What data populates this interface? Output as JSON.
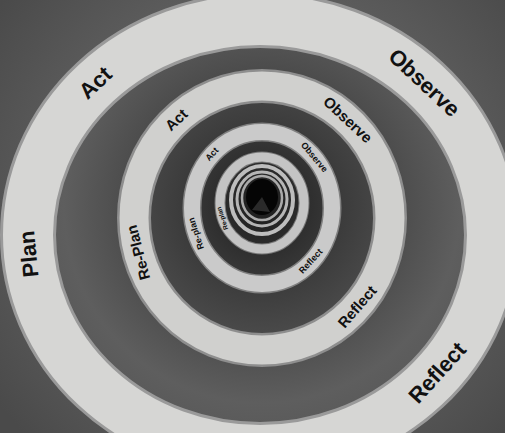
{
  "diagram": {
    "labels": [
      "Plan",
      "Act",
      "Observe",
      "Reflect",
      "Re-Plan",
      "Act",
      "Observe",
      "Reflect",
      "Re-plan",
      "Act",
      "Observe",
      "Reflect",
      "Re-plan"
    ]
  }
}
